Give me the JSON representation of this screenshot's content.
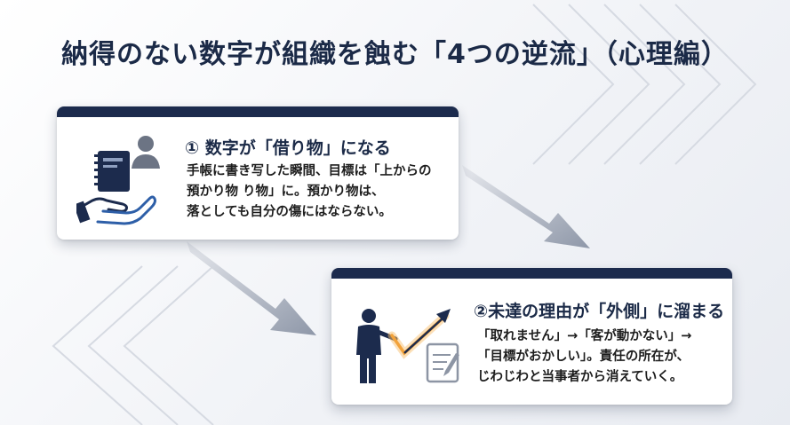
{
  "title": "納得のない数字が組織を蝕む「4つの逆流」（心理編）",
  "cards": [
    {
      "heading": "① 数字が「借り物」になる",
      "lines": [
        "手帳に書き写した瞬間、目標は「上からの",
        "預かり物 り物」に。預かり物は、",
        "落としても自分の傷にはならない。"
      ],
      "icon": "notebook-hand-person-icon"
    },
    {
      "heading": "②未達の理由が「外側」に溜まる",
      "lines": [
        "「取れません」→「客が動かない」→",
        "「目標がおかしい」。責任の所在が、",
        "じわじわと当事者から消えていく。"
      ],
      "icon": "person-pointing-trend-icon"
    }
  ],
  "colors": {
    "navy": "#1c2b4d",
    "accent_orange": "#f2a23a",
    "arrow_gray": "#a9b0bd"
  }
}
